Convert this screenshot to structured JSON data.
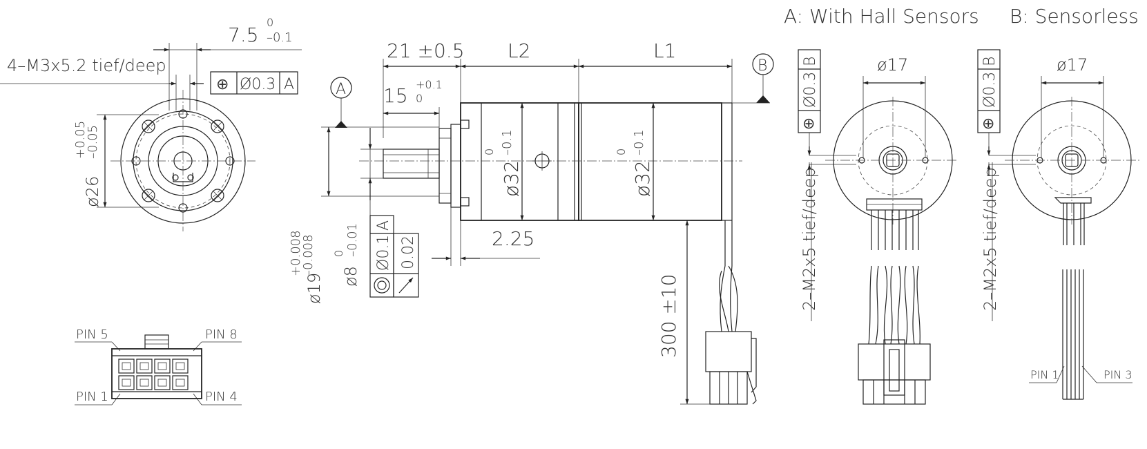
{
  "legend": {
    "a": "A:  With Hall Sensors",
    "b": "B:  Sensorless"
  },
  "front": {
    "hole_callout": "4–M3x5.2 tief/deep",
    "dim_top": "7.5",
    "dim_top_upper": "0",
    "dim_top_lower": "–0.1",
    "tol_sym": "⊕",
    "tol_val": "Ø0.3",
    "tol_ref": "A",
    "dia": "ø26",
    "dia_upper": "+0.05",
    "dia_lower": "–0.05"
  },
  "side": {
    "datum_a": "A",
    "datum_b": "B",
    "len_21": "21  ±0.5",
    "l2": "L2",
    "l1": "L1",
    "len_15": "15",
    "len_15_upper": "+0.1",
    "len_15_lower": "0",
    "dia32_gear": "ø32",
    "dia32_motor": "ø32",
    "dia32_upper": "0",
    "dia32_lower": "–0.1",
    "dim_225": "2.25",
    "dia19": "ø19",
    "dia19_upper": "+0.008",
    "dia19_lower": "–0.008",
    "dia8": "ø8",
    "dia8_upper": "0",
    "dia8_lower": "–0.01",
    "tol1_val": "Ø0.1",
    "tol1_ref": "A",
    "tol2_val": "0.02",
    "cable_len": "300  ±10"
  },
  "connector": {
    "pin5": "PIN 5",
    "pin8": "PIN 8",
    "pin1": "PIN 1",
    "pin4": "PIN 4"
  },
  "hall": {
    "dia": "ø17",
    "tol_val": "Ø0.3",
    "tol_ref": "B",
    "tol_sym": "⊕",
    "hole_callout": "2–M2x5 tief/deep"
  },
  "sensorless": {
    "dia": "ø17",
    "tol_val": "Ø0.3",
    "tol_ref": "B",
    "tol_sym": "⊕",
    "hole_callout": "2–M2x5 tief/deep",
    "pin1": "PIN 1",
    "pin3": "PIN 3"
  }
}
